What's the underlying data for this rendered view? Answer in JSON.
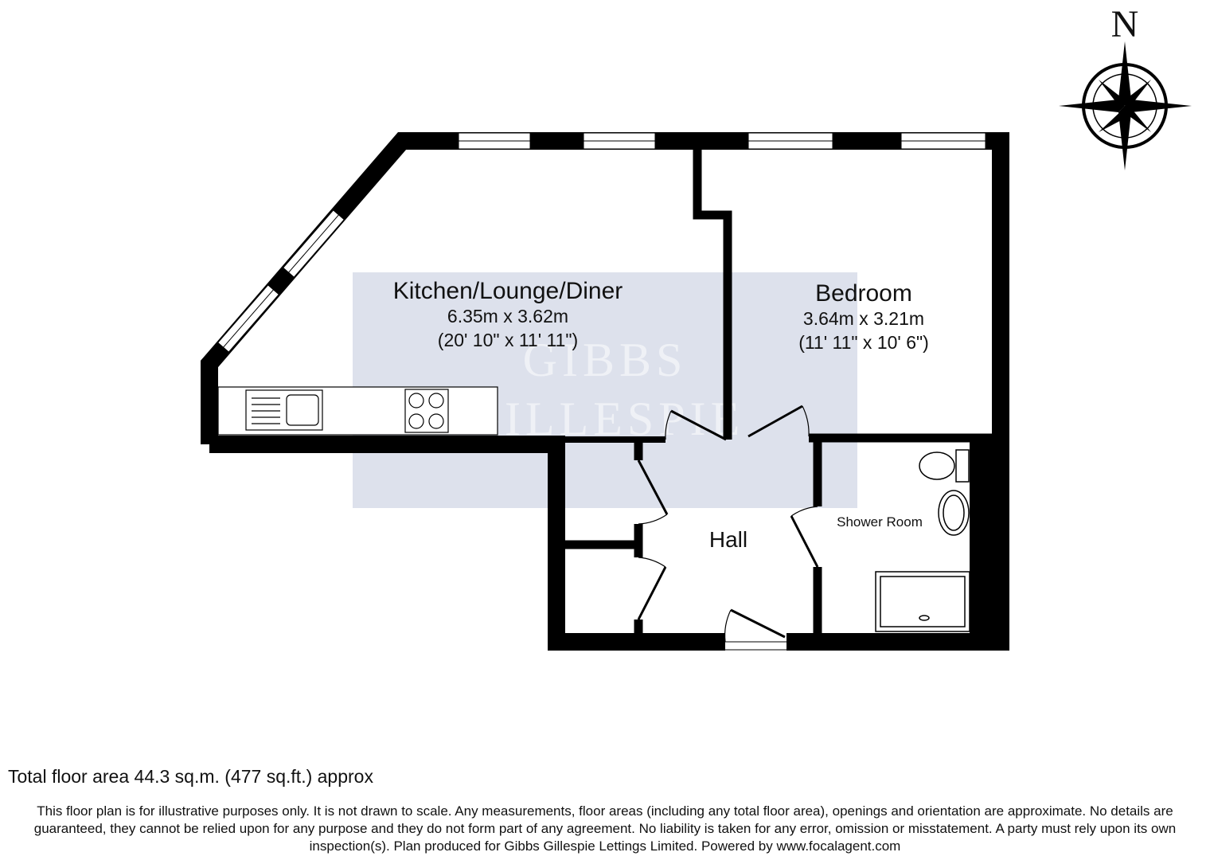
{
  "compass": {
    "north_label": "N"
  },
  "watermark": {
    "line1": "GIBBS",
    "line2": "GILLESPIE"
  },
  "rooms": {
    "kitchen": {
      "name": "Kitchen/Lounge/Diner",
      "metric": "6.35m x 3.62m",
      "imperial": "(20' 10\" x 11' 11\")"
    },
    "bedroom": {
      "name": "Bedroom",
      "metric": "3.64m x 3.21m",
      "imperial": "(11' 11\" x 10' 6\")"
    },
    "hall": {
      "name": "Hall"
    },
    "shower": {
      "name": "Shower Room"
    }
  },
  "footer": {
    "total_area": "Total floor area 44.3 sq.m. (477 sq.ft.) approx",
    "disclaimer": "This floor plan is for illustrative purposes only. It is not drawn to scale. Any measurements, floor areas (including any total floor area), openings and orientation are approximate. No details are guaranteed, they cannot be relied upon for any purpose and they do not form part of any agreement. No liability is taken for any error, omission or misstatement. A party must rely upon its own inspection(s). Plan produced for Gibbs Gillespie Lettings Limited. Powered by www.focalagent.com"
  },
  "colors": {
    "wall": "#000000",
    "watermark_bg": "#dde1ec",
    "window": "#ffffff"
  }
}
